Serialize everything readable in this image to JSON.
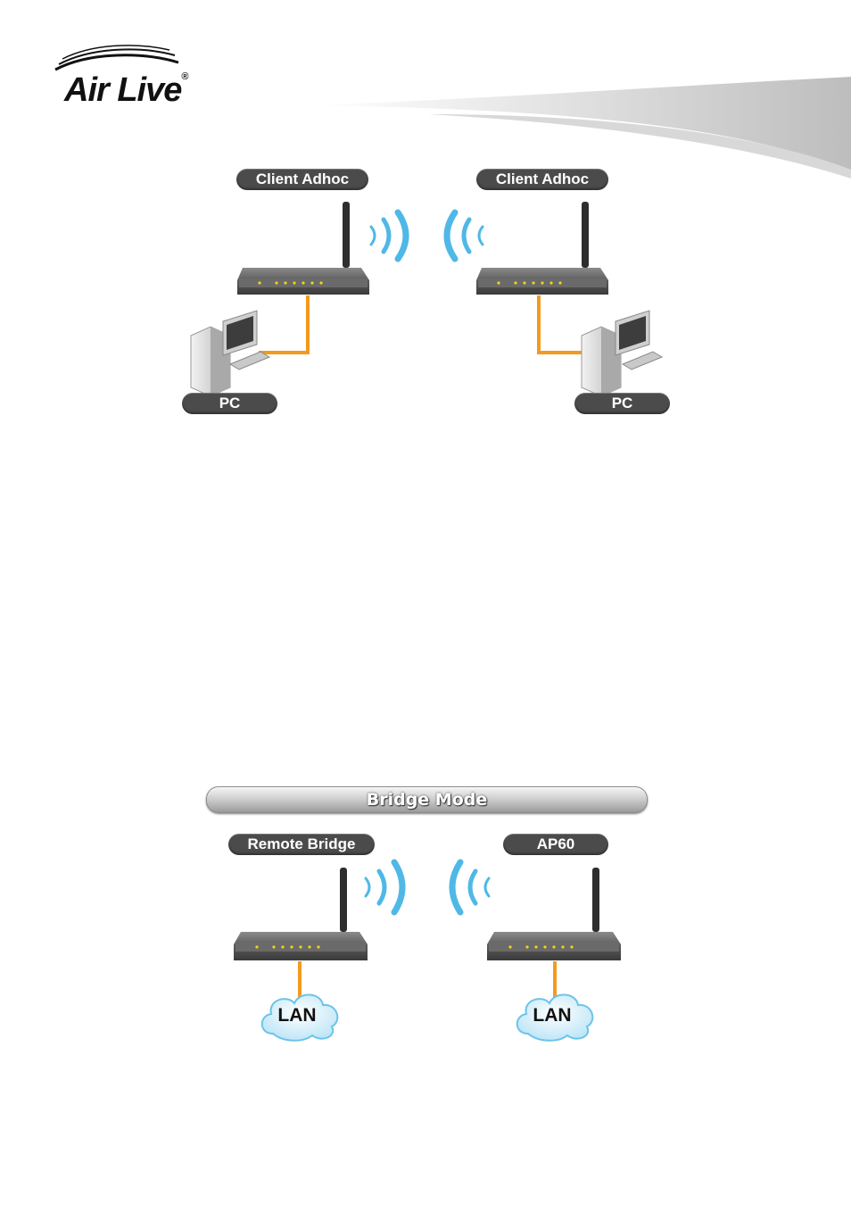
{
  "logo": {
    "name": "Air Live",
    "registered": "®"
  },
  "top_diagram": {
    "left_label": "Client Adhoc",
    "right_label": "Client Adhoc",
    "left_pc_label": "PC",
    "right_pc_label": "PC"
  },
  "bridge_diagram": {
    "title": "Bridge Mode",
    "left_label": "Remote Bridge",
    "right_label": "AP60",
    "left_lan_label": "LAN",
    "right_lan_label": "LAN"
  },
  "colors": {
    "cable": "#f39a1e",
    "wave": "#4fb8e6",
    "device": "#5a5a5a",
    "label_bg": "#4b4b4b"
  }
}
